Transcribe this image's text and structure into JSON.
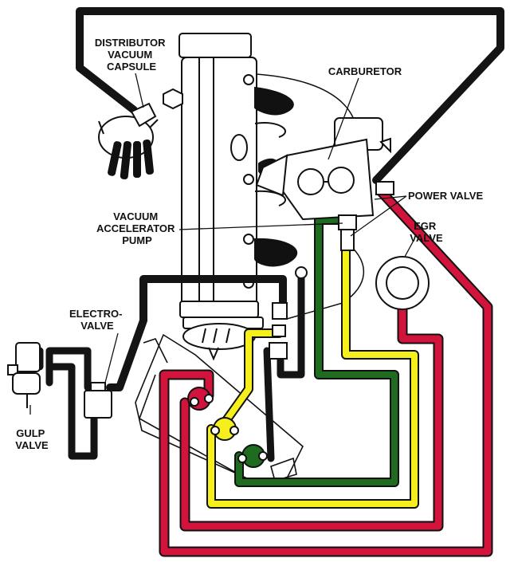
{
  "labels": {
    "distributor_vacuum_capsule": [
      "DISTRIBUTOR",
      "VACUUM",
      "CAPSULE"
    ],
    "carburetor": "CARBURETOR",
    "power_valve": "POWER VALVE",
    "egr_valve": [
      "EGR",
      "VALVE"
    ],
    "vacuum_accelerator_pump": [
      "VACUUM",
      "ACCELERATOR",
      "PUMP"
    ],
    "electro_valve": [
      "ELECTRO-",
      "VALVE"
    ],
    "gulp_valve": [
      "GULP",
      "VALVE"
    ]
  },
  "colors": {
    "vacuum_hose_black": "#141414",
    "vacuum_hose_red": "#d2143c",
    "vacuum_hose_green": "#1f6b1f",
    "vacuum_hose_yellow": "#f5ef1e",
    "outline": "#111111"
  }
}
